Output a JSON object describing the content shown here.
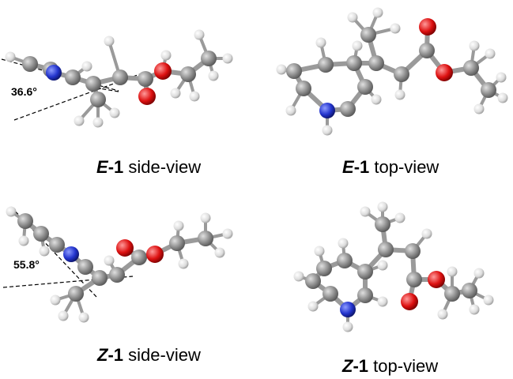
{
  "colors": {
    "carbon": "#8c8c8c",
    "hydrogen": "#e6e6e6",
    "nitrogen": "#2233cc",
    "oxygen": "#dd1111",
    "bond": "#9a9a9a"
  },
  "panels": [
    {
      "id": "e1-side",
      "isomer_letter": "E",
      "isomer_number": "1",
      "view": "side-view",
      "angle": "36.6°"
    },
    {
      "id": "e1-top",
      "isomer_letter": "E",
      "isomer_number": "1",
      "view": "top-view"
    },
    {
      "id": "z1-side",
      "isomer_letter": "Z",
      "isomer_number": "1",
      "view": "side-view",
      "angle": "55.8°"
    },
    {
      "id": "z1-top",
      "isomer_letter": "Z",
      "isomer_number": "1",
      "view": "top-view"
    }
  ]
}
